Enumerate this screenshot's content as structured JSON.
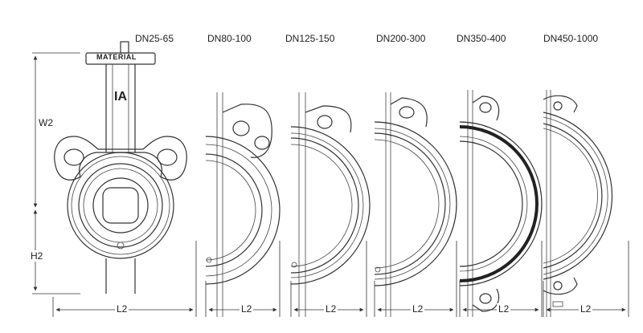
{
  "sizes": [
    "DN25-65",
    "DN80-100",
    "DN125-150",
    "DN200-300",
    "DN350-400",
    "DN450-1000"
  ],
  "dims": {
    "w2": "W2",
    "h2": "H2",
    "l2": "L2"
  },
  "nameplate": "MATERIAL",
  "logo": "IA",
  "colors": {
    "line": "#333333",
    "background": "#ffffff"
  }
}
